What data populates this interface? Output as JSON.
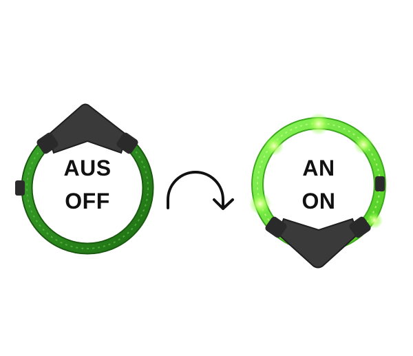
{
  "off_state": {
    "line1": "AUS",
    "line2": "OFF",
    "ring_color": "#2e8b1e"
  },
  "on_state": {
    "line1": "AN",
    "line2": "ON",
    "ring_color": "#6fe339",
    "glow_color": "#d9ff9a"
  },
  "arrow": {
    "icon": "curved-arrow-icon"
  }
}
